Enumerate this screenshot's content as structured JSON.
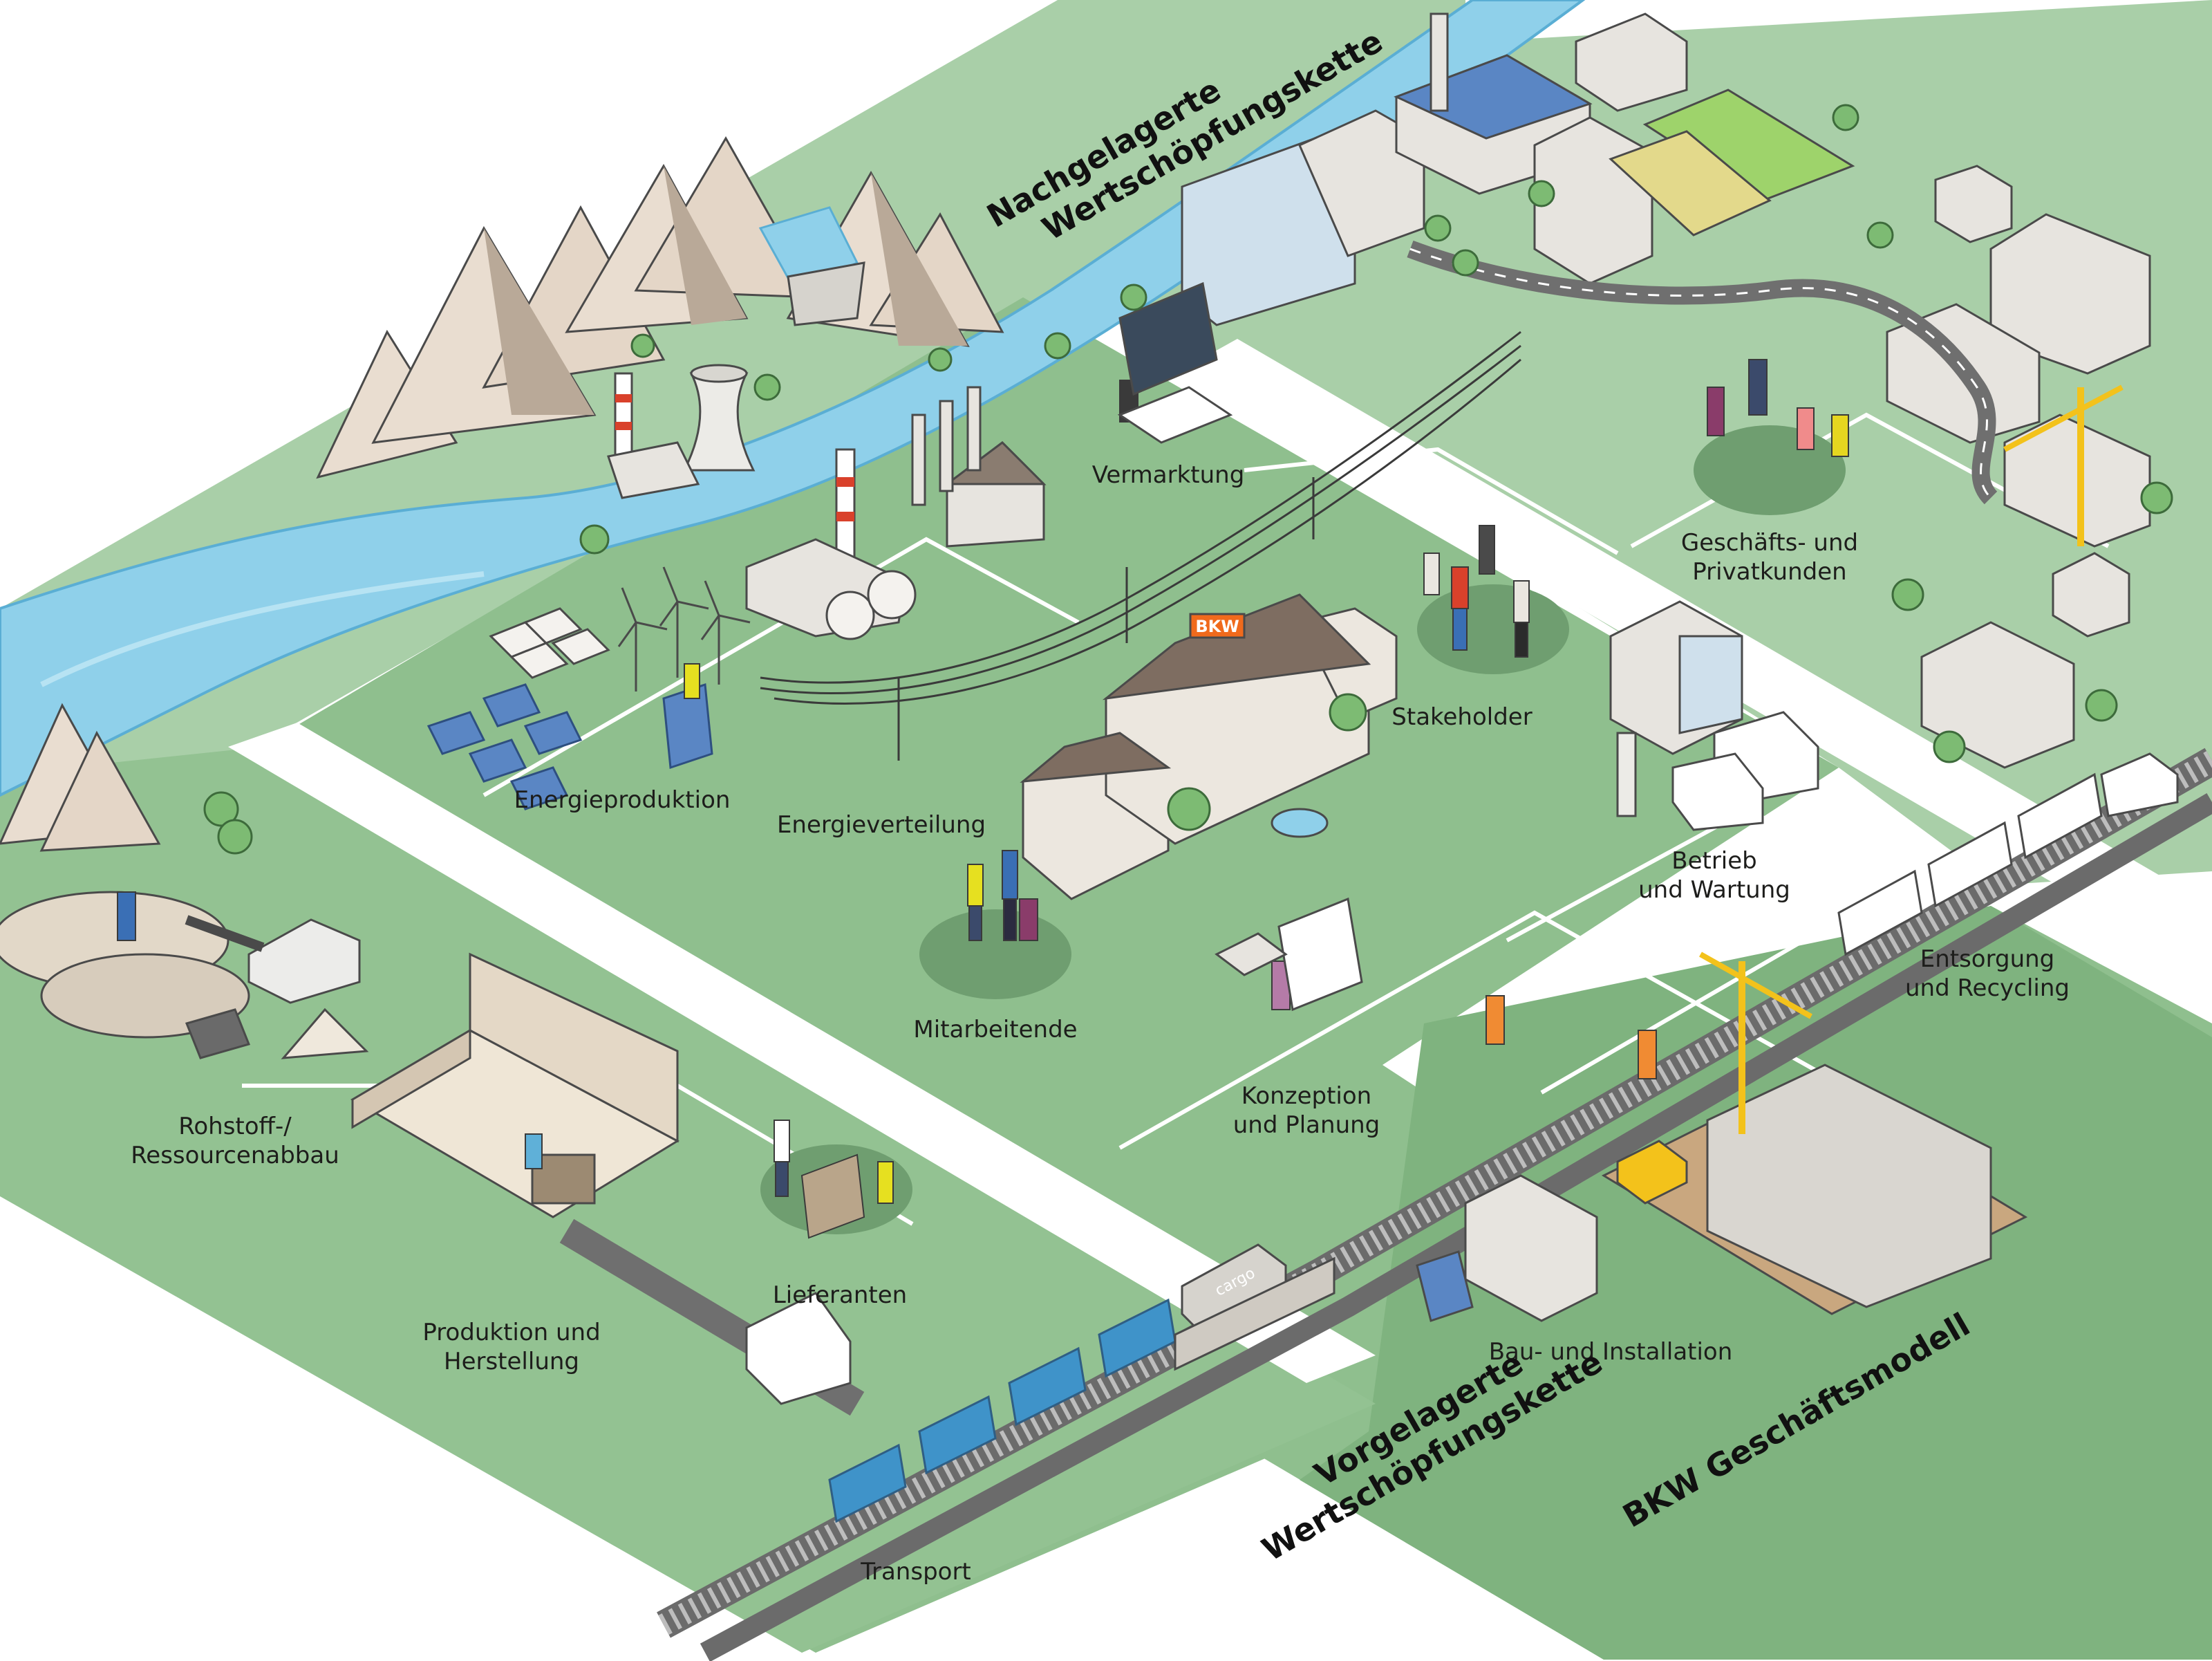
{
  "colors": {
    "ground_light": "#a9cfa8",
    "ground_mid": "#8fbf8e",
    "ground_dark": "#74a877",
    "zone_circle": "#6f9e70",
    "river": "#8fd0ea",
    "river_edge": "#5aaed4",
    "road": "#ffffff",
    "mountain": "#e9ddd0",
    "mountain_shadow": "#b9a998",
    "building": "#e7e4df",
    "building_dark": "#b8b1a8",
    "roof": "#8a7c70",
    "solar": "#5a86c4",
    "container": "#3f93c9",
    "crane": "#f3c21b",
    "person_orange": "#f08b33",
    "bkw_orange": "#f06a1c"
  },
  "section_titles": {
    "downstream": [
      "Nachgelagerte",
      "Wertschöpfungskette"
    ],
    "upstream": [
      "Vorgelagerte",
      "Wertschöpfungskette"
    ],
    "business_model": "BKW Geschäftsmodell"
  },
  "labels": {
    "rohstoff": [
      "Rohstoff-/",
      "Ressourcenabbau"
    ],
    "produktion": [
      "Produktion und",
      "Herstellung"
    ],
    "lieferanten": "Lieferanten",
    "transport": "Transport",
    "energieproduktion": "Energieproduktion",
    "energieverteilung": "Energieverteilung",
    "vermarktung": "Vermarktung",
    "mitarbeitende": "Mitarbeitende",
    "stakeholder": "Stakeholder",
    "kunden": [
      "Geschäfts- und",
      "Privatkunden"
    ],
    "betrieb": [
      "Betrieb",
      "und Wartung"
    ],
    "entsorgung": [
      "Entsorgung",
      "und Recycling"
    ],
    "konzeption": [
      "Konzeption",
      "und Planung"
    ],
    "bau": "Bau- und Installation"
  },
  "signs": {
    "bkw": "BKW",
    "cargo": "cargo"
  }
}
